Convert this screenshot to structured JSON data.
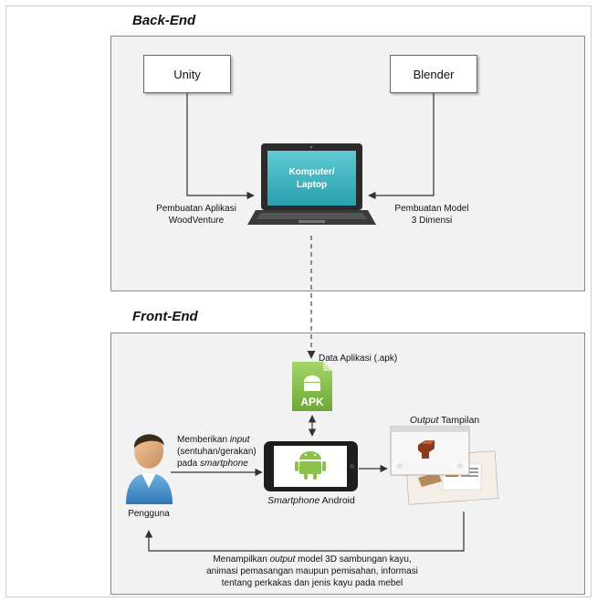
{
  "backend": {
    "title": "Back-End",
    "unity_label": "Unity",
    "blender_label": "Blender",
    "laptop_screen_line1": "Komputer/",
    "laptop_screen_line2": "Laptop",
    "unity_caption_line1": "Pembuatan Aplikasi",
    "unity_caption_line2": "WoodVenture",
    "blender_caption_line1": "Pembuatan Model",
    "blender_caption_line2": "3 Dimensi"
  },
  "frontend": {
    "title": "Front-End",
    "data_app_label": "Data Aplikasi (.apk)",
    "apk_label": "APK",
    "output_title_em": "Output",
    "output_title_rest": " Tampilan",
    "input_line1_pre": "Memberikan ",
    "input_line1_em": "input",
    "input_line2": "(sentuhan/gerakan)",
    "input_line3_pre": "pada ",
    "input_line3_em": "smartphone",
    "smartphone_em": "Smartphone",
    "smartphone_rest": " Android",
    "user_label": "Pengguna",
    "bottom_line1_pre": "Menampilkan ",
    "bottom_line1_em": "output",
    "bottom_line1_post": " model 3D sambungan kayu,",
    "bottom_line2": "animasi pemasangan maupun pemisahan, informasi",
    "bottom_line3": "tentang perkakas dan jenis kayu pada mebel"
  },
  "colors": {
    "section_fill": "#f2f2f2",
    "laptop_screen": "#3fb8c4",
    "android_green": "#8bc34a",
    "apk_green": "#7cb342"
  }
}
